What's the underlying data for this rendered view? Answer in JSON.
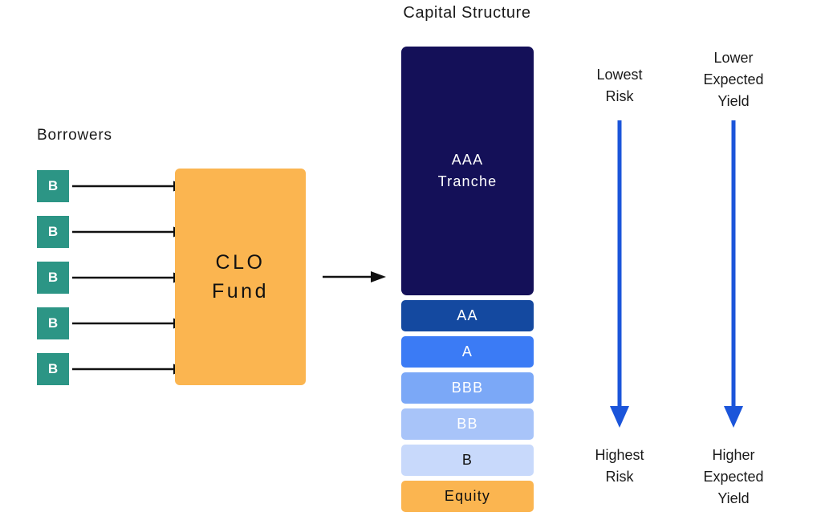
{
  "title": "Capital Structure",
  "colors": {
    "background": "#ffffff",
    "borrower_box": "#2c9585",
    "clo_fund": "#fbb550",
    "equity": "#fbb550",
    "arrow_black": "#111111",
    "arrow_blue": "#1b55da",
    "text_dark": "#1a1a1a"
  },
  "borrowers": {
    "label": "Borrowers",
    "items": [
      {
        "label": "B"
      },
      {
        "label": "B"
      },
      {
        "label": "B"
      },
      {
        "label": "B"
      },
      {
        "label": "B"
      }
    ]
  },
  "fund": {
    "line1": "CLO",
    "line2": "Fund"
  },
  "capital_structure": {
    "tranches": [
      {
        "label_line1": "AAA",
        "label_line2": "Tranche",
        "fill": "#141058",
        "text_color": "#ffffff",
        "size": "senior"
      },
      {
        "label_line1": "AA",
        "label_line2": "",
        "fill": "#1449a0",
        "text_color": "#ffffff",
        "size": "band"
      },
      {
        "label_line1": "A",
        "label_line2": "",
        "fill": "#3b7bf5",
        "text_color": "#ffffff",
        "size": "band"
      },
      {
        "label_line1": "BBB",
        "label_line2": "",
        "fill": "#7ba8f7",
        "text_color": "#ffffff",
        "size": "band"
      },
      {
        "label_line1": "BB",
        "label_line2": "",
        "fill": "#a8c4f9",
        "text_color": "#ffffff",
        "size": "band"
      },
      {
        "label_line1": "B",
        "label_line2": "",
        "fill": "#c8d9fb",
        "text_color": "#111111",
        "size": "band"
      },
      {
        "label_line1": "Equity",
        "label_line2": "",
        "fill": "#fbb550",
        "text_color": "#111111",
        "size": "band"
      }
    ]
  },
  "risk_axis": {
    "top_line1": "Lowest",
    "top_line2": "Risk",
    "bottom_line1": "Highest",
    "bottom_line2": "Risk",
    "direction": "down"
  },
  "yield_axis": {
    "top_line1": "Lower",
    "top_line2": "Expected",
    "top_line3": "Yield",
    "bottom_line1": "Higher",
    "bottom_line2": "Expected",
    "bottom_line3": "Yield",
    "direction": "down"
  },
  "flow_arrows": {
    "borrower_to_fund_count": 5,
    "fund_to_structure_count": 1
  }
}
